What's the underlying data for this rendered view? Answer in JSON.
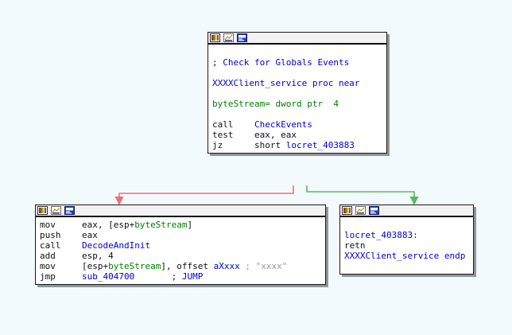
{
  "app": {
    "name": "ida-graph-view",
    "background_color": "#f3fafd"
  },
  "titlebar_icons": [
    {
      "name": "color-palette-icon",
      "label": "palette"
    },
    {
      "name": "chart-icon",
      "label": "chart"
    },
    {
      "name": "text-view-icon",
      "label": "text-view"
    }
  ],
  "nodes": [
    {
      "id": "node-entry",
      "name": "XXXXClient_service-entry-block",
      "lines": [
        {
          "segments": [
            {
              "text": " ",
              "cls": "t-op"
            }
          ]
        },
        {
          "segments": [
            {
              "text": "; Check for Globals Events",
              "cls": "t-comment"
            }
          ]
        },
        {
          "segments": [
            {
              "text": " ",
              "cls": "t-op"
            }
          ]
        },
        {
          "segments": [
            {
              "text": "XXXXClient_service proc near",
              "cls": "t-proc"
            }
          ]
        },
        {
          "segments": [
            {
              "text": " ",
              "cls": "t-op"
            }
          ]
        },
        {
          "segments": [
            {
              "text": "byteStream",
              "cls": "t-local"
            },
            {
              "text": "= dword ptr  4",
              "cls": "t-local"
            }
          ]
        },
        {
          "segments": [
            {
              "text": " ",
              "cls": "t-op"
            }
          ]
        },
        {
          "segments": [
            {
              "text": "call    ",
              "cls": "t-mnem"
            },
            {
              "text": "CheckEvents",
              "cls": "t-name"
            }
          ]
        },
        {
          "segments": [
            {
              "text": "test    ",
              "cls": "t-mnem"
            },
            {
              "text": "eax, eax",
              "cls": "t-op"
            }
          ]
        },
        {
          "segments": [
            {
              "text": "jz      ",
              "cls": "t-mnem"
            },
            {
              "text": "short ",
              "cls": "t-op"
            },
            {
              "text": "locret_403883",
              "cls": "t-label"
            }
          ]
        }
      ]
    },
    {
      "id": "node-false-branch",
      "name": "decode-and-init-block",
      "lines": [
        {
          "segments": [
            {
              "text": "mov     ",
              "cls": "t-mnem"
            },
            {
              "text": "eax, [esp+",
              "cls": "t-op"
            },
            {
              "text": "byteStream",
              "cls": "t-local"
            },
            {
              "text": "]",
              "cls": "t-op"
            }
          ]
        },
        {
          "segments": [
            {
              "text": "push    ",
              "cls": "t-mnem"
            },
            {
              "text": "eax",
              "cls": "t-op"
            }
          ]
        },
        {
          "segments": [
            {
              "text": "call    ",
              "cls": "t-mnem"
            },
            {
              "text": "DecodeAndInit",
              "cls": "t-name"
            }
          ]
        },
        {
          "segments": [
            {
              "text": "add     ",
              "cls": "t-mnem"
            },
            {
              "text": "esp, 4",
              "cls": "t-op"
            }
          ]
        },
        {
          "segments": [
            {
              "text": "mov     ",
              "cls": "t-mnem"
            },
            {
              "text": "[esp+",
              "cls": "t-op"
            },
            {
              "text": "byteStream",
              "cls": "t-local"
            },
            {
              "text": "], offset ",
              "cls": "t-op"
            },
            {
              "text": "aXxxx",
              "cls": "t-name"
            },
            {
              "text": " ; \"xxxx\"",
              "cls": "t-strcmt"
            }
          ]
        },
        {
          "segments": [
            {
              "text": "jmp     ",
              "cls": "t-mnem"
            },
            {
              "text": "sub_404700",
              "cls": "t-name"
            },
            {
              "text": "       ",
              "cls": "t-op"
            },
            {
              "text": "; JUMP",
              "cls": "t-comment"
            }
          ]
        }
      ]
    },
    {
      "id": "node-true-branch",
      "name": "locret-return-block",
      "lines": [
        {
          "segments": [
            {
              "text": " ",
              "cls": "t-op"
            }
          ]
        },
        {
          "segments": [
            {
              "text": "locret_403883:",
              "cls": "t-label"
            }
          ]
        },
        {
          "segments": [
            {
              "text": "retn",
              "cls": "t-mnem"
            }
          ]
        },
        {
          "segments": [
            {
              "text": "XXXXClient_service endp",
              "cls": "t-proc"
            }
          ]
        },
        {
          "segments": [
            {
              "text": " ",
              "cls": "t-op"
            }
          ]
        }
      ]
    }
  ],
  "edges": [
    {
      "name": "edge-false-red",
      "color": "#f07070",
      "from": "node-entry",
      "to": "node-false-branch"
    },
    {
      "name": "edge-true-green",
      "color": "#5cb85c",
      "from": "node-entry",
      "to": "node-true-branch"
    }
  ]
}
